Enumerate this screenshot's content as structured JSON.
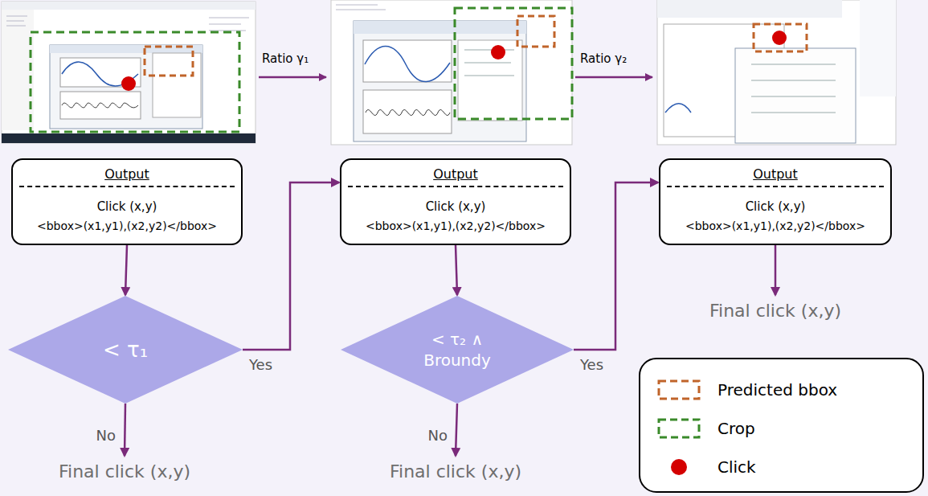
{
  "diagram": {
    "nodes": [
      {
        "text": [
          "Output",
          "Click (x,y)",
          "<bbox>(x1,y1),(x2,y2)</bbox>"
        ]
      },
      {
        "text": [
          "Output",
          "Click (x,y)",
          "<bbox>(x1,y1),(x2,y2)</bbox>"
        ]
      },
      {
        "text": [
          "Output",
          "Click (x,y)",
          "<bbox>(x1,y1),(x2,y2)</bbox>"
        ]
      },
      {
        "text": [
          "< τ₁"
        ]
      },
      {
        "text": [
          "< τ₂ ∧ Broundy"
        ]
      },
      {
        "text": [
          "Final click (x,y)"
        ]
      },
      {
        "text": [
          "Final click (x,y)"
        ]
      },
      {
        "text": [
          "Final click (x,y)"
        ]
      }
    ],
    "edges": [
      {
        "from": 0,
        "to": 3,
        "arrow": "to"
      },
      {
        "from": 3,
        "to": 1,
        "arrow": "to",
        "label": "Yes"
      },
      {
        "from": 3,
        "to": 6,
        "arrow": "to",
        "label": "No"
      },
      {
        "from": 1,
        "to": 4,
        "arrow": "to"
      },
      {
        "from": 4,
        "to": 2,
        "arrow": "to",
        "label": "Yes"
      },
      {
        "from": 4,
        "to": 7,
        "arrow": "to",
        "label": "No"
      },
      {
        "from": 2,
        "to": 5,
        "arrow": "to"
      }
    ],
    "labels": [
      "Ratio γ₁",
      "Ratio γ₂"
    ],
    "legend": [
      {
        "text": "Predicted bbox"
      },
      {
        "text": "Crop"
      },
      {
        "text": "Click"
      }
    ]
  }
}
